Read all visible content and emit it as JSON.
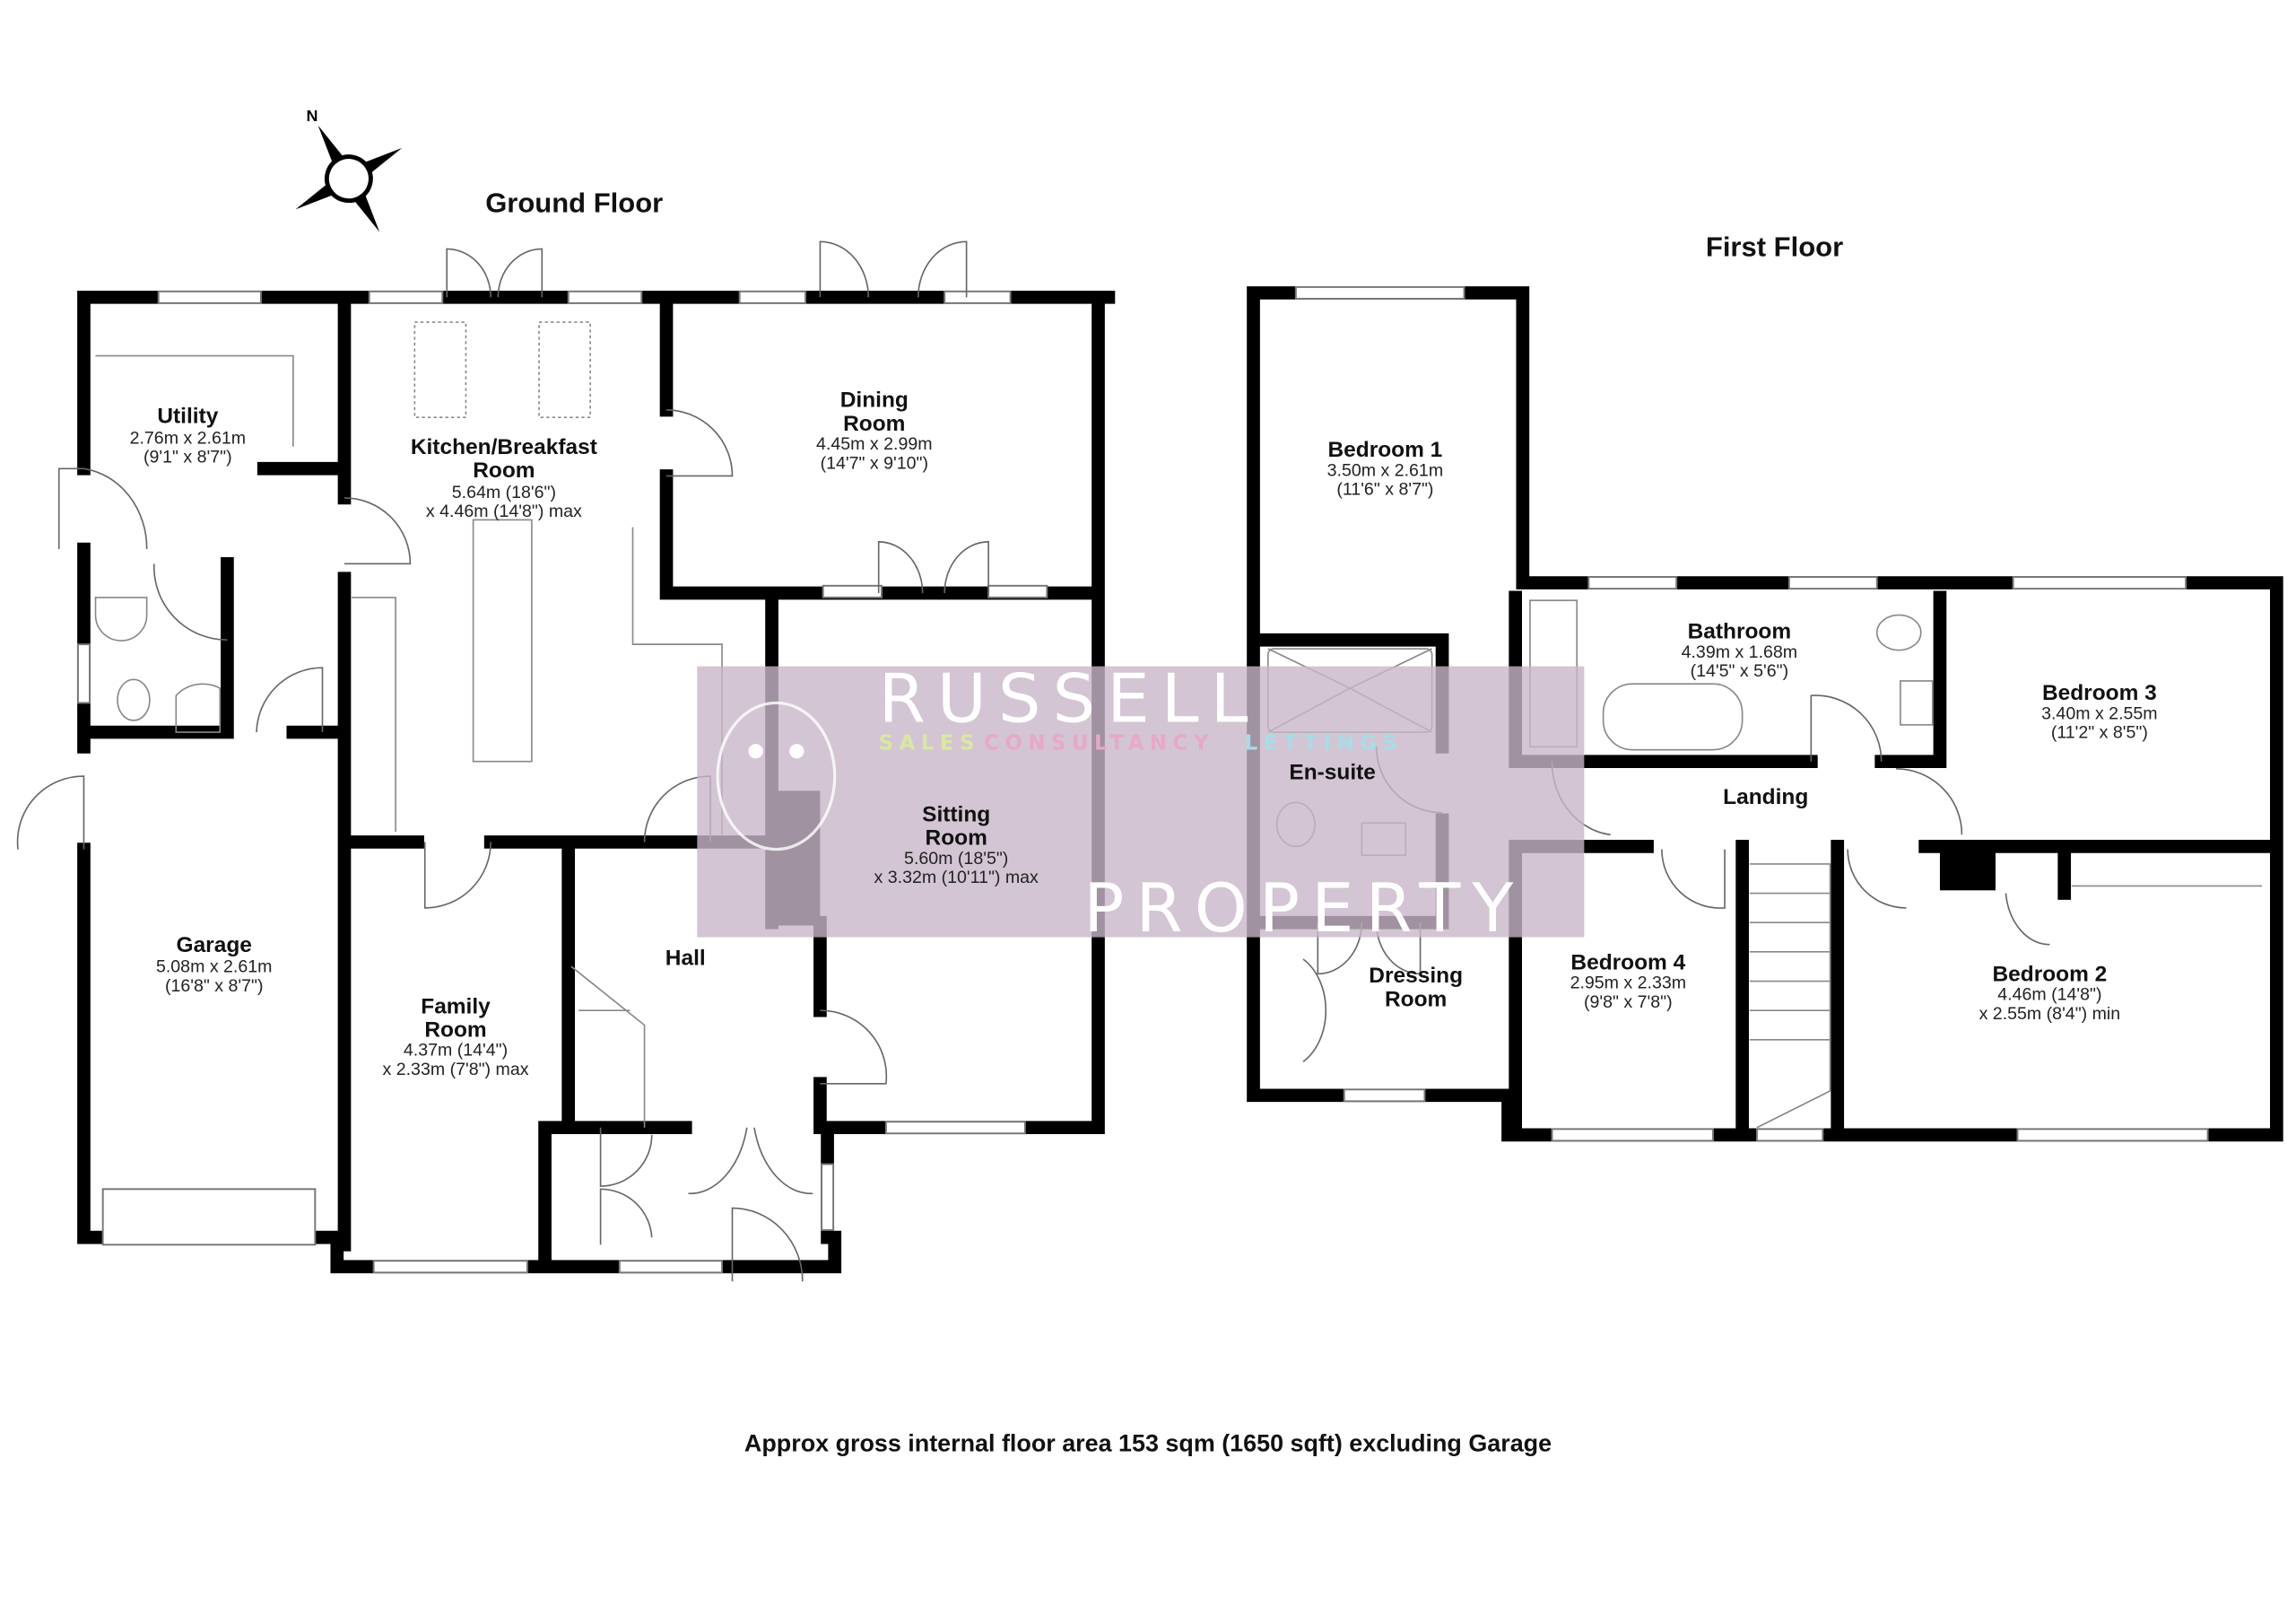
{
  "ground_floor": {
    "title": "Ground Floor",
    "rooms": [
      {
        "name": "Utility",
        "dims": [
          "2.76m x 2.61m",
          "(9'1\" x 8'7\")"
        ]
      },
      {
        "name": "Kitchen/Breakfast Room",
        "name_lines": [
          "Kitchen/Breakfast",
          "Room"
        ],
        "dims": [
          "5.64m (18'6\")",
          "x 4.46m (14'8\") max"
        ]
      },
      {
        "name": "Dining Room",
        "name_lines": [
          "Dining",
          "Room"
        ],
        "dims": [
          "4.45m x 2.99m",
          "(14'7\" x 9'10\")"
        ]
      },
      {
        "name": "Sitting Room",
        "name_lines": [
          "Sitting",
          "Room"
        ],
        "dims": [
          "5.60m (18'5\")",
          "x 3.32m (10'11\") max"
        ]
      },
      {
        "name": "Garage",
        "dims": [
          "5.08m x 2.61m",
          "(16'8\" x 8'7\")"
        ]
      },
      {
        "name": "Family Room",
        "name_lines": [
          "Family",
          "Room"
        ],
        "dims": [
          "4.37m (14'4\")",
          "x 2.33m (7'8\") max"
        ]
      },
      {
        "name": "Hall"
      }
    ]
  },
  "first_floor": {
    "title": "First Floor",
    "rooms": [
      {
        "name": "Bedroom 1",
        "dims": [
          "3.50m x 2.61m",
          "(11'6\" x 8'7\")"
        ]
      },
      {
        "name": "Bathroom",
        "dims": [
          "4.39m x 1.68m",
          "(14'5\" x 5'6\")"
        ]
      },
      {
        "name": "Bedroom 3",
        "dims": [
          "3.40m x 2.55m",
          "(11'2\" x 8'5\")"
        ]
      },
      {
        "name": "En-suite"
      },
      {
        "name": "Landing"
      },
      {
        "name": "Dressing Room",
        "name_lines": [
          "Dressing",
          "Room"
        ]
      },
      {
        "name": "Bedroom 4",
        "dims": [
          "2.95m x 2.33m",
          "(9'8\" x 7'8\")"
        ]
      },
      {
        "name": "Bedroom 2",
        "dims": [
          "4.46m (14'8\")",
          "x 2.55m (8'4\") min"
        ]
      }
    ]
  },
  "compass": {
    "label": "N",
    "icon": "compass-icon"
  },
  "footer": "Approx gross internal floor area 153 sqm (1650 sqft) excluding Garage",
  "watermark": {
    "brand_lines": [
      "RUSSELL",
      "PROPERTY"
    ],
    "tagline": [
      "SALES",
      "CONSULTANCY",
      "LETTINGS"
    ],
    "colors": {
      "panel": "#c8b6c8",
      "sales": "#d9e8a0",
      "consultancy": "#e8a8c8",
      "lettings": "#a8dce8"
    }
  }
}
